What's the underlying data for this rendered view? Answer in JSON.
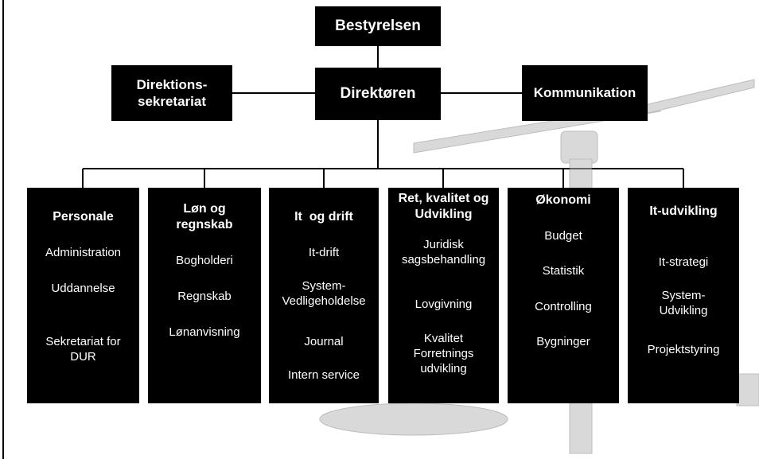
{
  "top": {
    "board": "Bestyrelsen",
    "director": "Direktøren",
    "secretariat": "Direktions-\nsekretariat",
    "communication": "Kommunikation"
  },
  "departments": [
    {
      "title": "Personale",
      "items": [
        "Administration",
        "Uddannelse",
        "Sekretariat for\nDUR"
      ]
    },
    {
      "title": "Løn og\nregnskab",
      "items": [
        "Bogholderi",
        "Regnskab",
        "Lønanvisning"
      ]
    },
    {
      "title": "It  og drift",
      "items": [
        "It-drift",
        "System-\nVedligeholdelse",
        "Journal",
        "Intern service"
      ]
    },
    {
      "title": "Ret, kvalitet og\nUdvikling",
      "items": [
        "Juridisk\nsagsbehandling",
        "Lovgivning",
        "Kvalitet\nForretnings\nudvikling"
      ]
    },
    {
      "title": "Økonomi",
      "items": [
        "Budget",
        "Statistik",
        "Controlling",
        "Bygninger"
      ]
    },
    {
      "title": "It-udvikling",
      "items": [
        "It-strategi",
        "System-\nUdvikling",
        "Projektstyring"
      ]
    }
  ]
}
